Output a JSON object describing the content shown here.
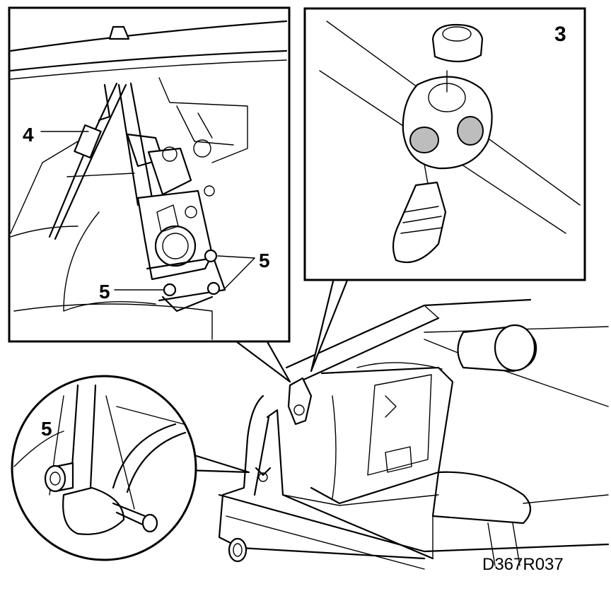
{
  "callouts": {
    "label_4": "4",
    "label_5_main_right": "5",
    "label_5_main_left": "5",
    "label_3": "3",
    "label_5_circle": "5"
  },
  "figure_code": "D367R037"
}
